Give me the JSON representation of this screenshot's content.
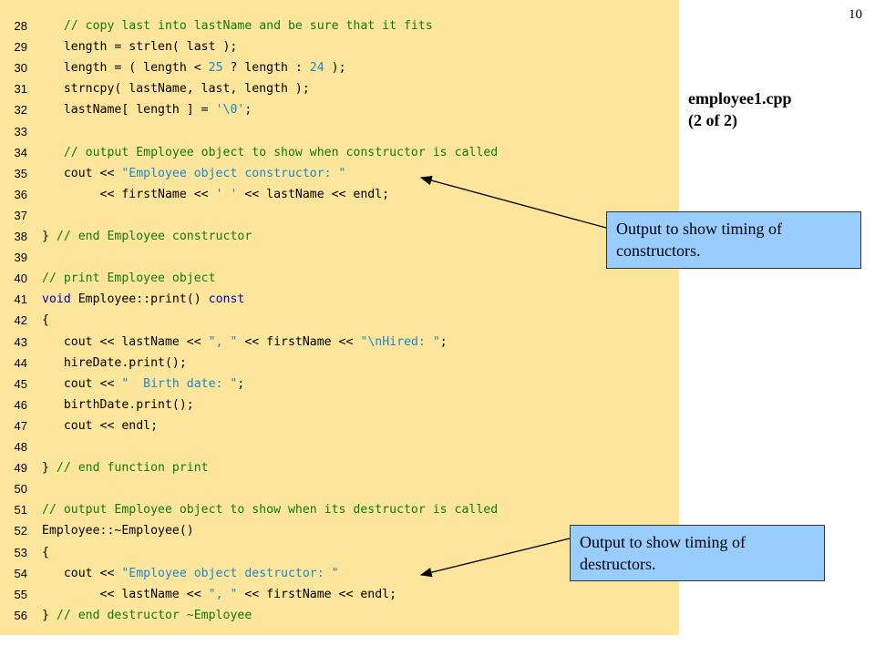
{
  "slide_number": "10",
  "file_title_line1": "employee1.cpp",
  "file_title_line2": "(2 of 2)",
  "callouts": [
    {
      "line1": "Output to show timing of",
      "line2": "constructors."
    },
    {
      "line1": "Output to show timing of",
      "line2": "destructors."
    }
  ],
  "code_lines": [
    {
      "n": "28",
      "segs": [
        [
          "   ",
          ""
        ],
        [
          "// copy last into lastName and be sure that it fits",
          "cm"
        ]
      ]
    },
    {
      "n": "29",
      "segs": [
        [
          "   length = strlen( last );",
          ""
        ]
      ]
    },
    {
      "n": "30",
      "segs": [
        [
          "   length = ( length < ",
          ""
        ],
        [
          "25",
          "nm"
        ],
        [
          " ? length : ",
          ""
        ],
        [
          "24",
          "nm"
        ],
        [
          " );",
          ""
        ]
      ]
    },
    {
      "n": "31",
      "segs": [
        [
          "   strncpy( lastName, last, length );",
          ""
        ]
      ]
    },
    {
      "n": "32",
      "segs": [
        [
          "   lastName[ length ] = ",
          ""
        ],
        [
          "'\\0'",
          "st"
        ],
        [
          ";",
          ""
        ]
      ]
    },
    {
      "n": "33",
      "segs": [
        [
          "",
          ""
        ]
      ]
    },
    {
      "n": "34",
      "segs": [
        [
          "   ",
          ""
        ],
        [
          "// output Employee object to show when constructor is called",
          "cm"
        ]
      ]
    },
    {
      "n": "35",
      "segs": [
        [
          "   cout << ",
          ""
        ],
        [
          "\"Employee object constructor: \"",
          "st"
        ]
      ]
    },
    {
      "n": "36",
      "segs": [
        [
          "        << firstName << ",
          ""
        ],
        [
          "' '",
          "st"
        ],
        [
          " << lastName << endl;",
          ""
        ]
      ]
    },
    {
      "n": "37",
      "segs": [
        [
          "",
          ""
        ]
      ]
    },
    {
      "n": "38",
      "segs": [
        [
          "} ",
          ""
        ],
        [
          "// end Employee constructor",
          "cm"
        ]
      ]
    },
    {
      "n": "39",
      "segs": [
        [
          "",
          ""
        ]
      ]
    },
    {
      "n": "40",
      "segs": [
        [
          "// print Employee object",
          "cm"
        ]
      ]
    },
    {
      "n": "41",
      "segs": [
        [
          "void",
          "kw"
        ],
        [
          " Employee::print() ",
          ""
        ],
        [
          "const",
          "kw"
        ]
      ]
    },
    {
      "n": "42",
      "segs": [
        [
          "{",
          ""
        ]
      ]
    },
    {
      "n": "43",
      "segs": [
        [
          "   cout << lastName << ",
          ""
        ],
        [
          "\", \"",
          "st"
        ],
        [
          " << firstName << ",
          ""
        ],
        [
          "\"\\nHired: \"",
          "st"
        ],
        [
          ";",
          ""
        ]
      ]
    },
    {
      "n": "44",
      "segs": [
        [
          "   hireDate.print();",
          ""
        ]
      ]
    },
    {
      "n": "45",
      "segs": [
        [
          "   cout << ",
          ""
        ],
        [
          "\"  Birth date: \"",
          "st"
        ],
        [
          ";",
          ""
        ]
      ]
    },
    {
      "n": "46",
      "segs": [
        [
          "   birthDate.print();",
          ""
        ]
      ]
    },
    {
      "n": "47",
      "segs": [
        [
          "   cout << endl;",
          ""
        ]
      ]
    },
    {
      "n": "48",
      "segs": [
        [
          "",
          ""
        ]
      ]
    },
    {
      "n": "49",
      "segs": [
        [
          "} ",
          ""
        ],
        [
          "// end function print",
          "cm"
        ]
      ]
    },
    {
      "n": "50",
      "segs": [
        [
          "",
          ""
        ]
      ]
    },
    {
      "n": "51",
      "segs": [
        [
          "// output Employee object to show when its destructor is called",
          "cm"
        ]
      ]
    },
    {
      "n": "52",
      "segs": [
        [
          "Employee::~Employee()",
          ""
        ]
      ]
    },
    {
      "n": "53",
      "segs": [
        [
          "{",
          ""
        ]
      ]
    },
    {
      "n": "54",
      "segs": [
        [
          "   cout << ",
          ""
        ],
        [
          "\"Employee object destructor: \"",
          "st"
        ]
      ]
    },
    {
      "n": "55",
      "segs": [
        [
          "        << lastName << ",
          ""
        ],
        [
          "\", \"",
          "st"
        ],
        [
          " << firstName << endl;",
          ""
        ]
      ]
    },
    {
      "n": "56",
      "segs": [
        [
          "} ",
          ""
        ],
        [
          "// end destructor ~Employee",
          "cm"
        ]
      ]
    }
  ]
}
